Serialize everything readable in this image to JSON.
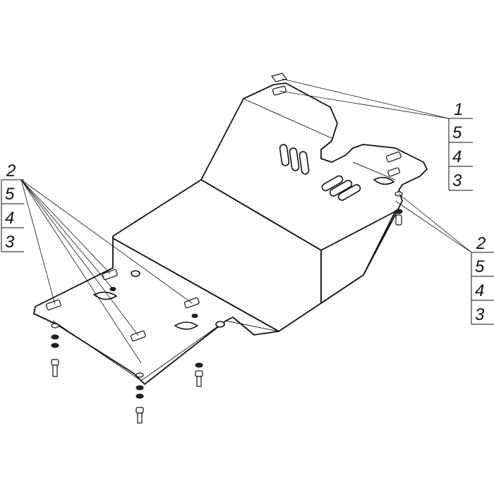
{
  "callouts": {
    "top_right": [
      "1",
      "5",
      "4",
      "3"
    ],
    "left": [
      "2",
      "5",
      "4",
      "3"
    ],
    "right": [
      "2",
      "5",
      "4",
      "3"
    ]
  }
}
